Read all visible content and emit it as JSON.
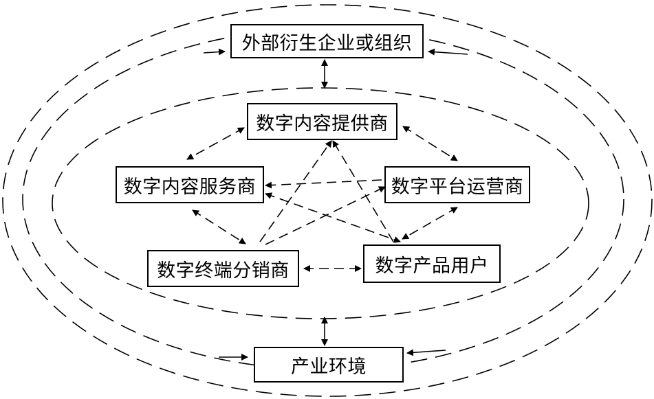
{
  "diagram": {
    "nodes": {
      "external": "外部衍生企业或组织",
      "provider": "数字内容提供商",
      "service": "数字内容服务商",
      "platform": "数字平台运营商",
      "terminal": "数字终端分销商",
      "user": "数字产品用户",
      "environment": "产业环境"
    },
    "line_color": "#000000",
    "box_fill": "#ffffff"
  }
}
